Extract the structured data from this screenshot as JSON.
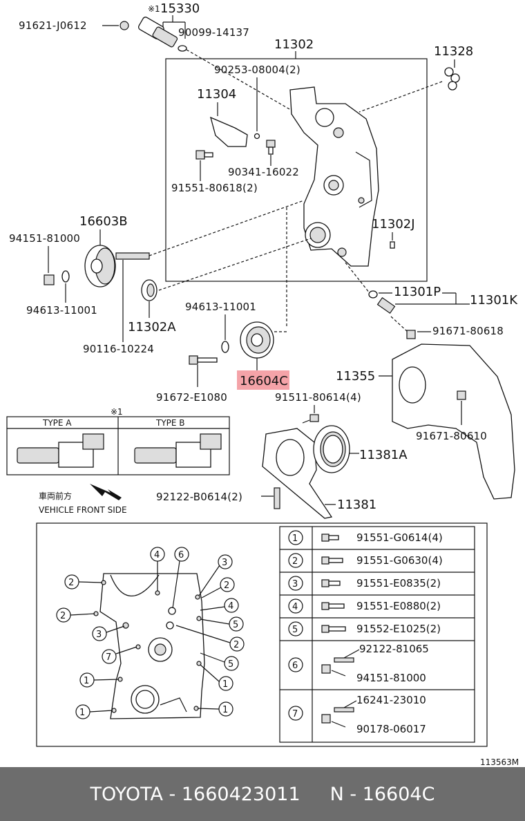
{
  "footer": {
    "brand": "TOYOTA",
    "sep1": " - ",
    "part_number": "1660423011",
    "gap": "     ",
    "ref_letter": "N",
    "sep2": " - ",
    "ref_code": "16604C"
  },
  "labels": {
    "p91621": "91621-J0612",
    "p15330": "15330",
    "mark15330": "※1",
    "p90099": "90099-14137",
    "p11302": "11302",
    "p11328": "11328",
    "p90253": "90253-08004(2)",
    "p11304": "11304",
    "p90341": "90341-16022",
    "p91551_80618": "91551-80618(2)",
    "p16603B": "16603B",
    "p94151_top": "94151-81000",
    "p11302J": "11302J",
    "p94613_left": "94613-11001",
    "p11302A": "11302A",
    "p90116": "90116-10224",
    "p94613_mid": "94613-11001",
    "p11301P": "11301P",
    "p11301K": "11301K",
    "p91671_80618": "91671-80618",
    "p16604C": "16604C",
    "p91672": "91672-E1080",
    "p11355": "11355",
    "p91511": "91511-80614(4)",
    "p91671_80610": "91671-80610",
    "p11381A": "11381A",
    "p92122_b": "92122-B0614(2)",
    "p11381": "11381",
    "note_mark": "※1",
    "type_a": "TYPE A",
    "type_b": "TYPE B",
    "dir_jp": "車両前方",
    "dir_en": "VEHICLE FRONT SIDE",
    "diagram_code": "113563M"
  },
  "legend": [
    {
      "num": "1",
      "part": "91551-G0614(4)"
    },
    {
      "num": "2",
      "part": "91551-G0630(4)"
    },
    {
      "num": "3",
      "part": "91551-E0835(2)"
    },
    {
      "num": "4",
      "part": "91551-E0880(2)"
    },
    {
      "num": "5",
      "part": "91552-E1025(2)"
    },
    {
      "num": "6",
      "part": "92122-81065",
      "part2": "94151-81000"
    },
    {
      "num": "7",
      "part": "16241-23010",
      "part2": "90178-06017"
    }
  ],
  "cover_callouts": [
    "4",
    "6",
    "3",
    "2",
    "2",
    "2",
    "4",
    "3",
    "5",
    "7",
    "2",
    "5",
    "1",
    "1",
    "1",
    "1"
  ],
  "colors": {
    "highlight": "#f4a3a8",
    "footer_bg": "#6d6d6d"
  }
}
